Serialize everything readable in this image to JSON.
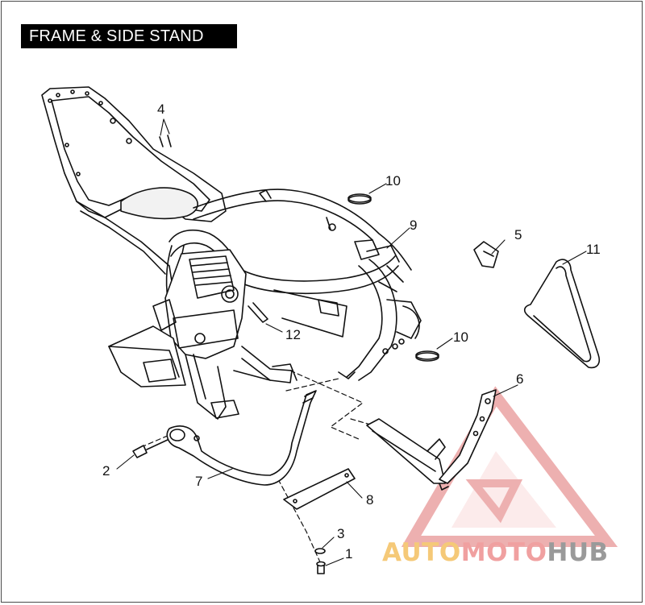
{
  "title": "FRAME & SIDE STAND",
  "callouts": [
    {
      "id": "1",
      "label": "1"
    },
    {
      "id": "2",
      "label": "2"
    },
    {
      "id": "3",
      "label": "3"
    },
    {
      "id": "4",
      "label": "4"
    },
    {
      "id": "5",
      "label": "5"
    },
    {
      "id": "6",
      "label": "6"
    },
    {
      "id": "7",
      "label": "7"
    },
    {
      "id": "8",
      "label": "8"
    },
    {
      "id": "9",
      "label": "9"
    },
    {
      "id": "10a",
      "label": "10"
    },
    {
      "id": "10b",
      "label": "10"
    },
    {
      "id": "11",
      "label": "11"
    },
    {
      "id": "12",
      "label": "12"
    }
  ],
  "watermark": {
    "part1": "AUTO",
    "part2": "MOTO",
    "part3": "HUB",
    "colors": {
      "auto": "#f5c978",
      "moto": "#f0a0a0",
      "hub": "#9a9a9a",
      "triangle": "#e88a8a"
    }
  }
}
